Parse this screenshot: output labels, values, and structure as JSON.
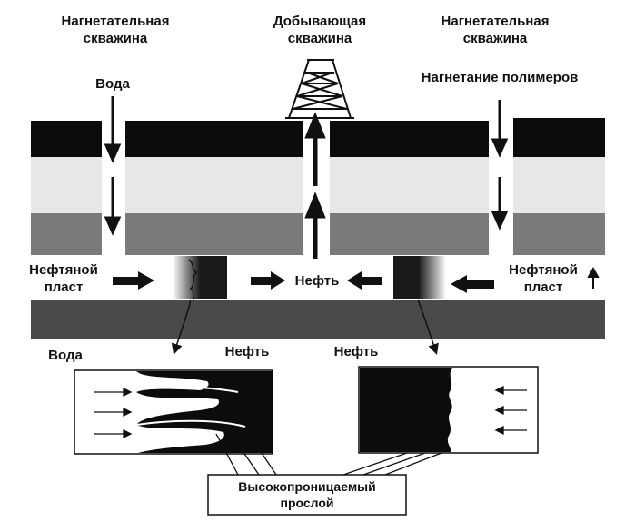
{
  "labels": {
    "injection_well_left_1": "Нагнетательная",
    "injection_well_left_2": "скважина",
    "production_well_1": "Добывающая",
    "production_well_2": "скважина",
    "injection_well_right_1": "Нагнетательная",
    "injection_well_right_2": "скважина",
    "water_top": "Вода",
    "polymer_injection": "Нагнетание полимеров",
    "oil_layer_left_1": "Нефтяной",
    "oil_layer_left_2": "пласт",
    "oil_center": "Нефть",
    "oil_layer_right_1": "Нефтяной",
    "oil_layer_right_2": "пласт",
    "water_bottom": "Вода",
    "oil_bottom_left": "Нефть",
    "oil_bottom_right": "Нефть",
    "high_perm_1": "Высокопроницаемый",
    "high_perm_2": "прослой"
  },
  "colors": {
    "black": "#0c0c0c",
    "light_layer": "#e7e7e7",
    "mid_layer": "#7a7a7a",
    "bottom_layer": "#4a4a4a"
  }
}
